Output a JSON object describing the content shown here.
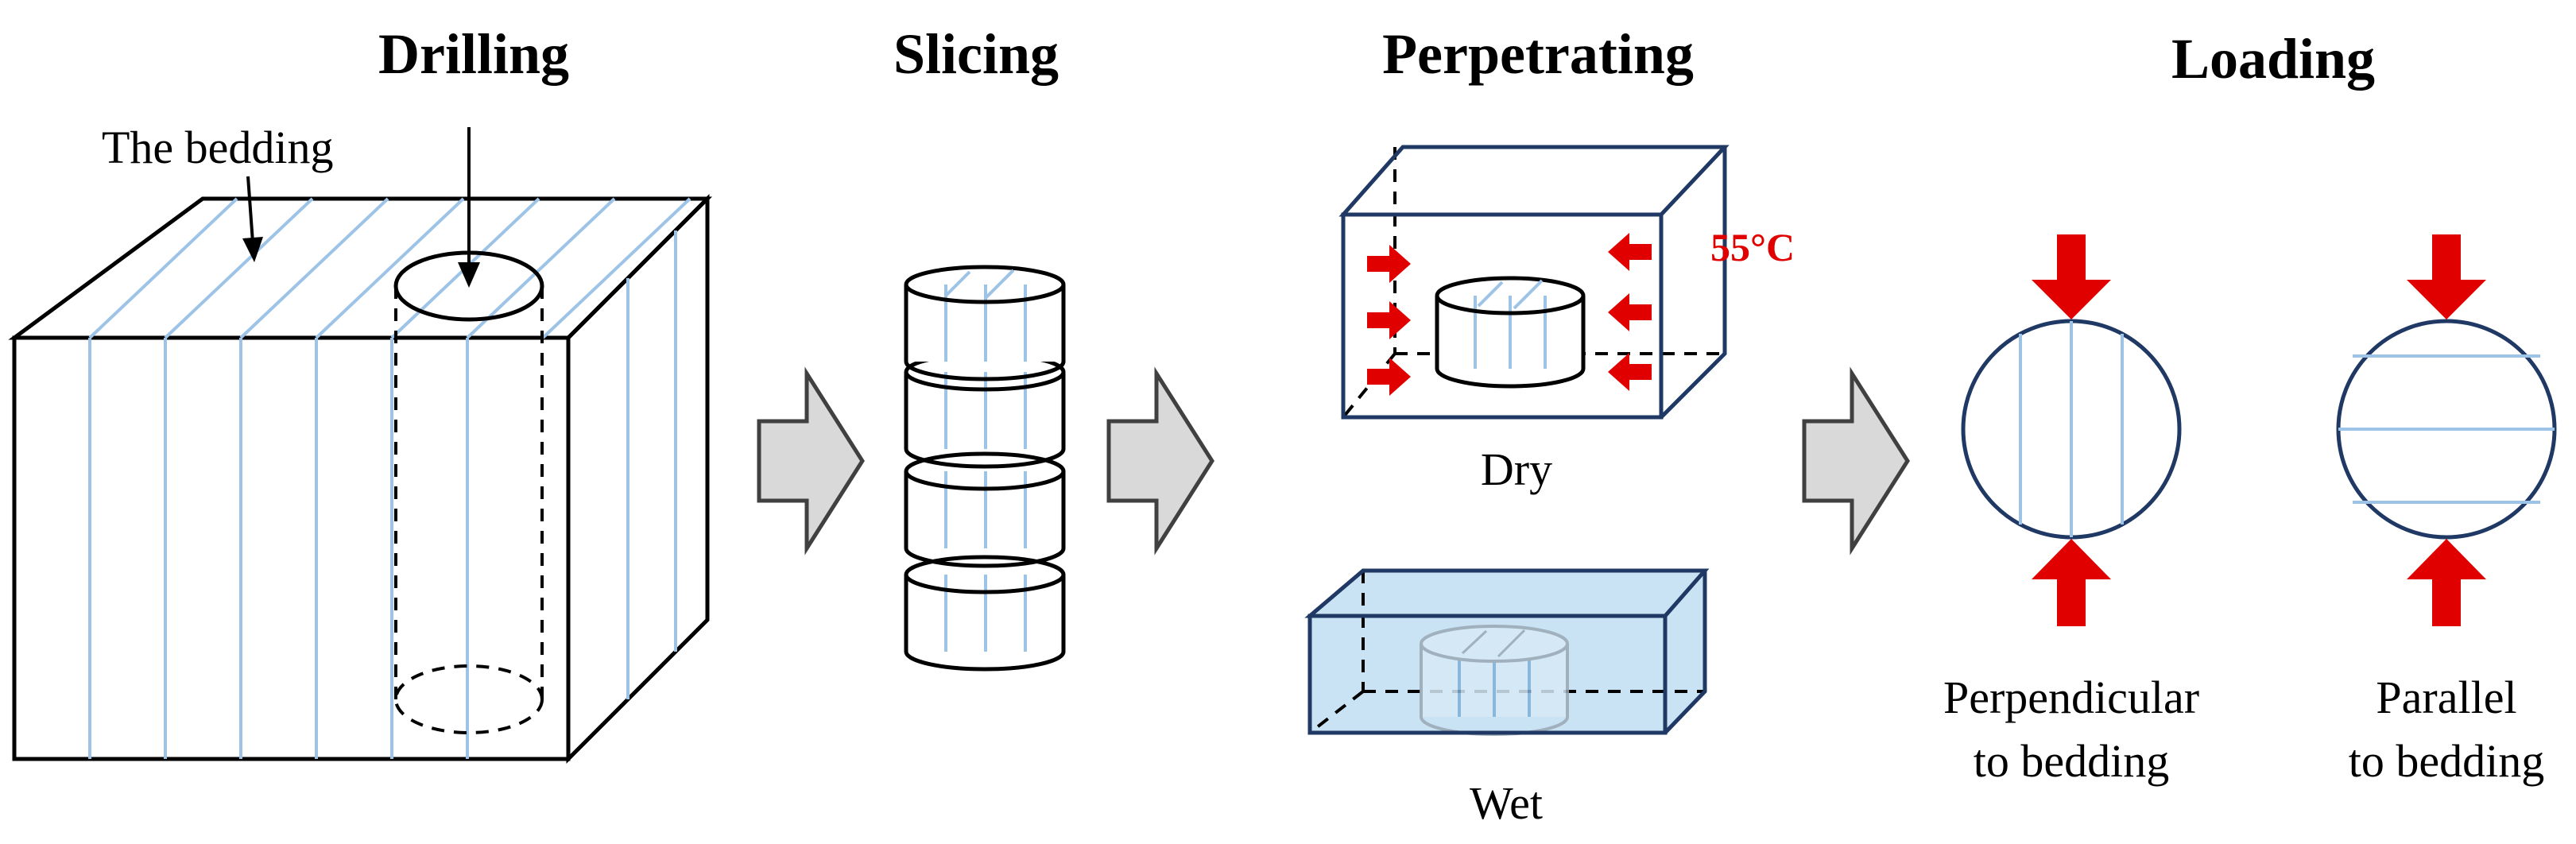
{
  "stages": {
    "drilling": "Drilling",
    "slicing": "Slicing",
    "perpetrating": "Perpetrating",
    "loading": "Loading"
  },
  "labels": {
    "bedding": "The bedding",
    "dry": "Dry",
    "wet": "Wet",
    "temperature": "55°C",
    "perp_line1": "Perpendicular",
    "perp_line2": "to bedding",
    "par_line1": "Parallel",
    "par_line2": "to bedding"
  },
  "colors": {
    "bedding_line": "#9dc3e6",
    "force_arrow": "#e00000",
    "water": "#c9e3f5",
    "process_arrow": "#d9d9d9"
  }
}
